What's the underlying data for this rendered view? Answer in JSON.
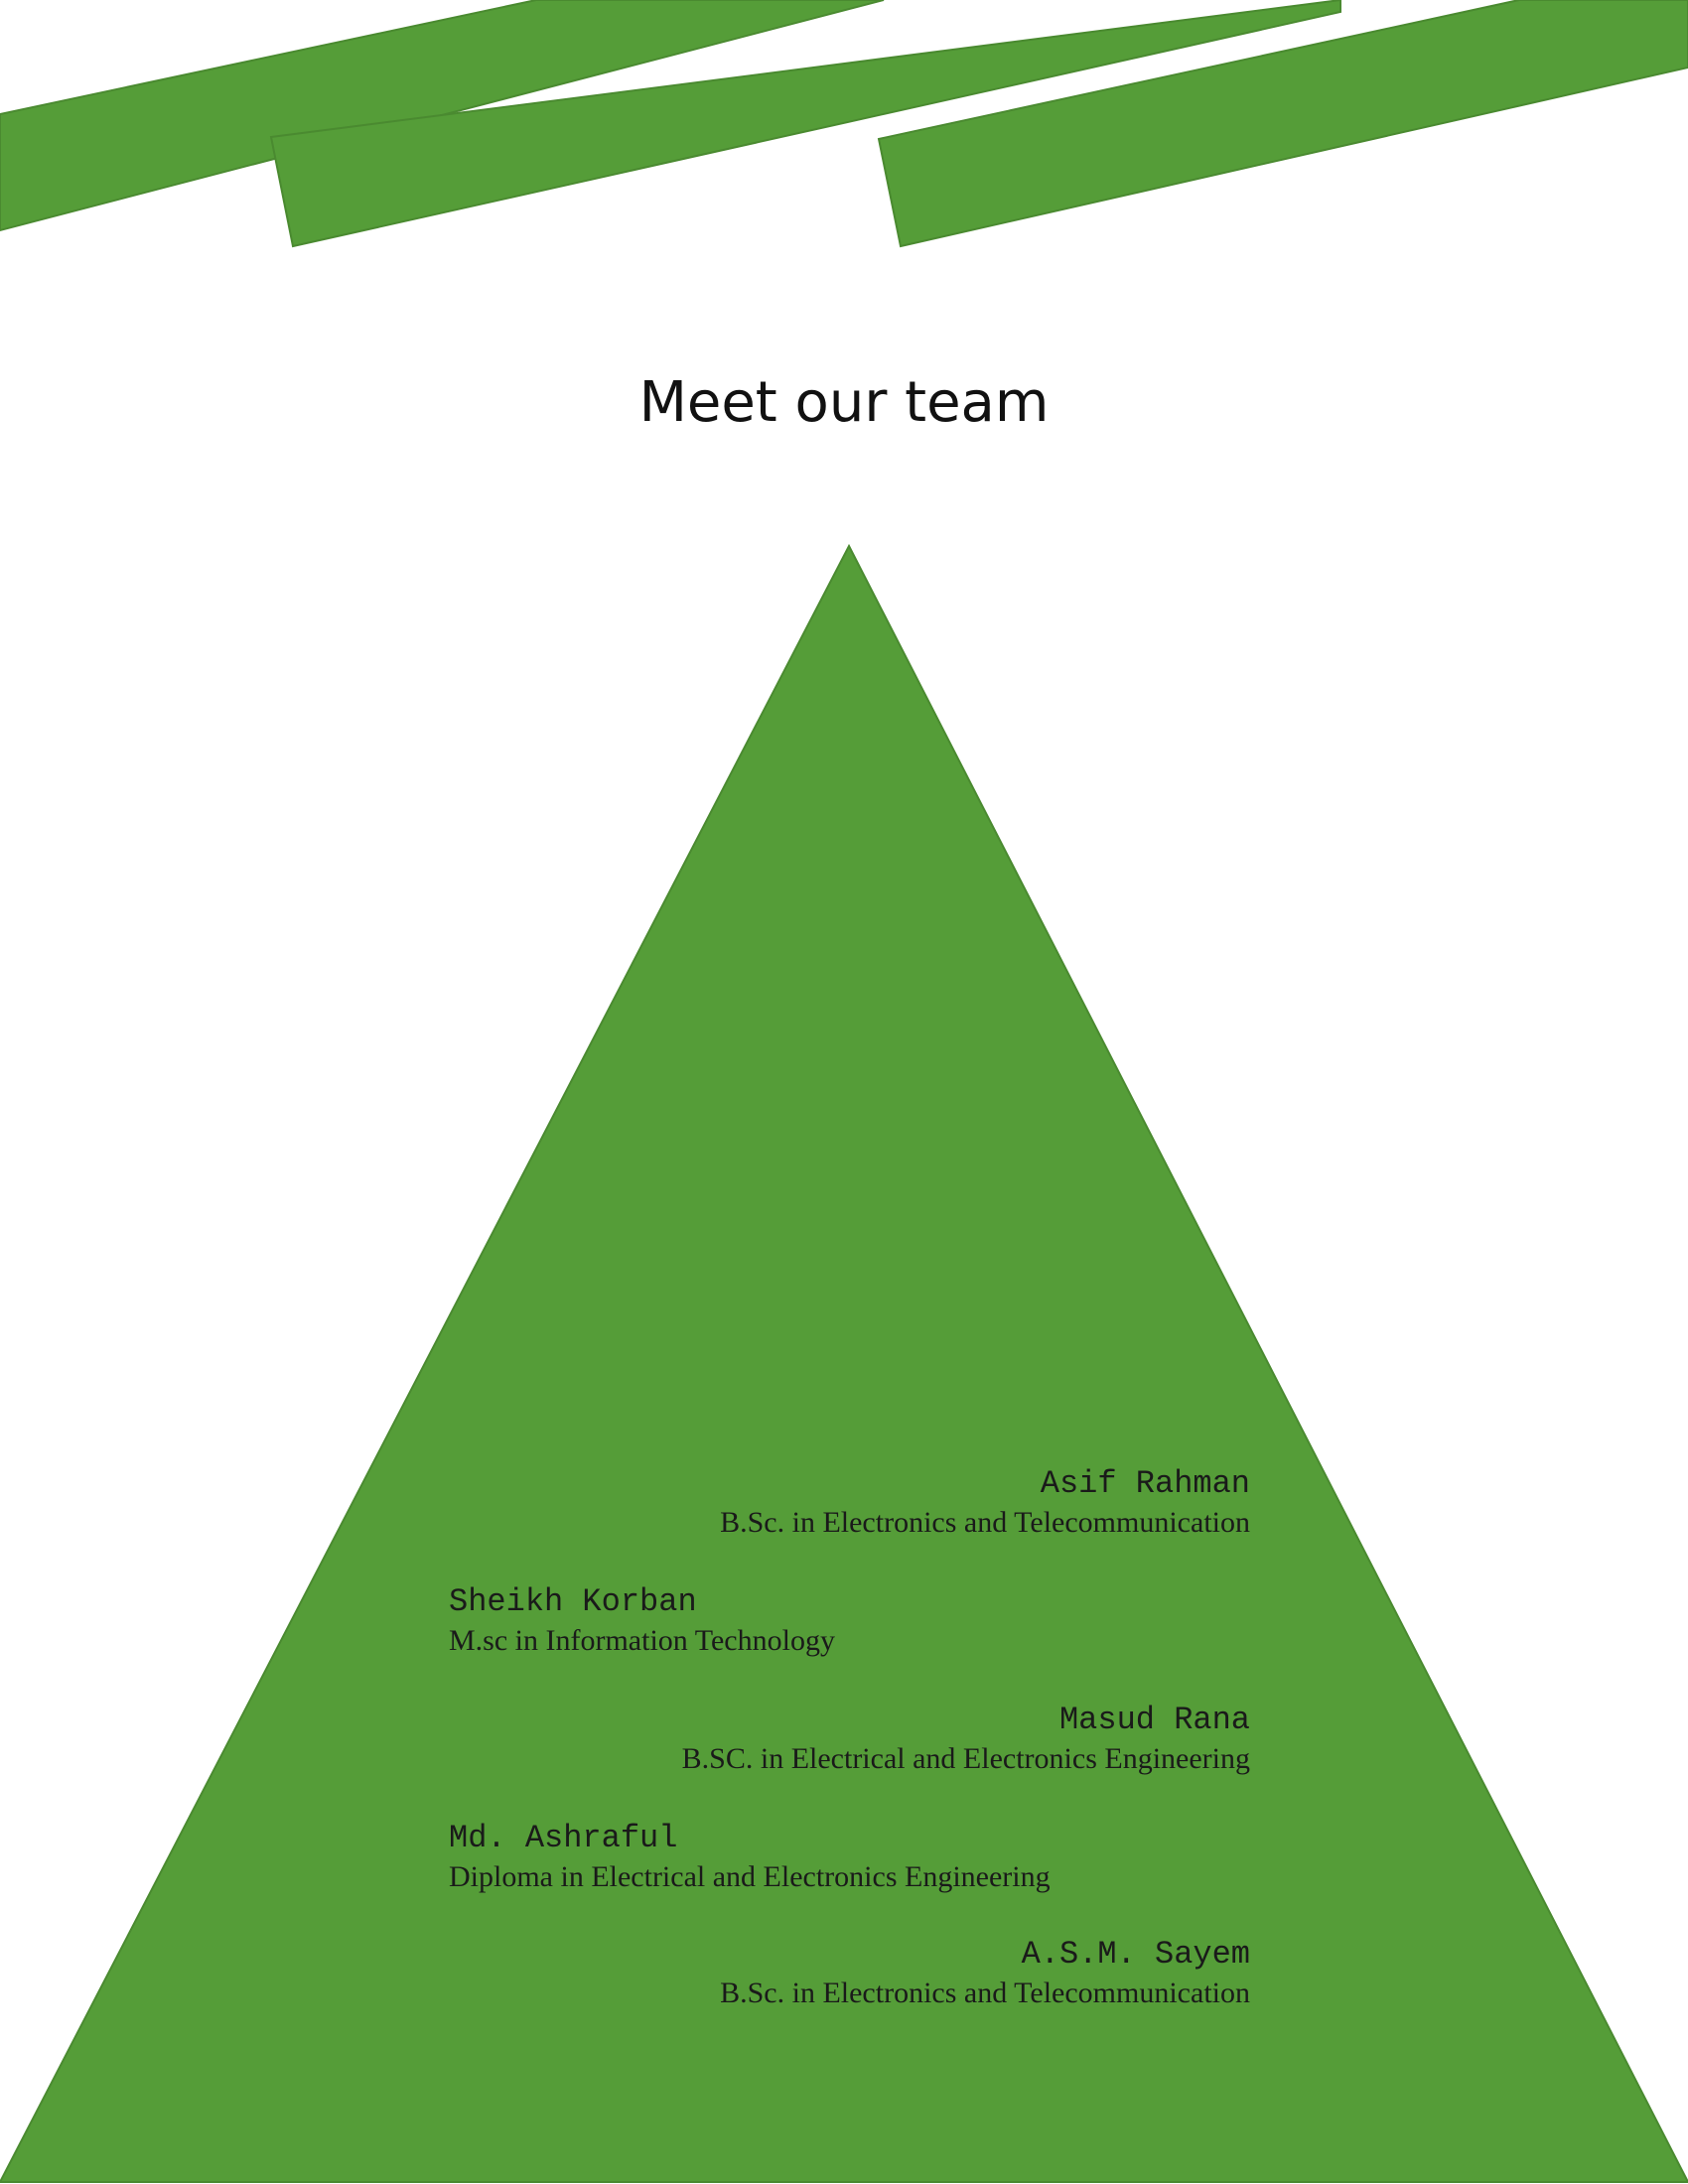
{
  "page": {
    "title": "Meet our team"
  },
  "colors": {
    "accent_green": "#559d38",
    "accent_green_border": "#4a8a30",
    "text": "#1a1a1a",
    "background": "#ffffff"
  },
  "team": {
    "members": [
      {
        "name": "Asif Rahman",
        "degree": "B.Sc. in Electronics and Telecommunication"
      },
      {
        "name": "Sheikh Korban",
        "degree": "M.sc in Information Technology"
      },
      {
        "name": "Masud Rana",
        "degree": "B.SC. in Electrical and Electronics Engineering"
      },
      {
        "name": "Md. Ashraful",
        "degree": "Diploma in Electrical and Electronics Engineering"
      },
      {
        "name": "A.S.M. Sayem",
        "degree": "B.Sc. in Electronics and Telecommunication"
      }
    ]
  }
}
